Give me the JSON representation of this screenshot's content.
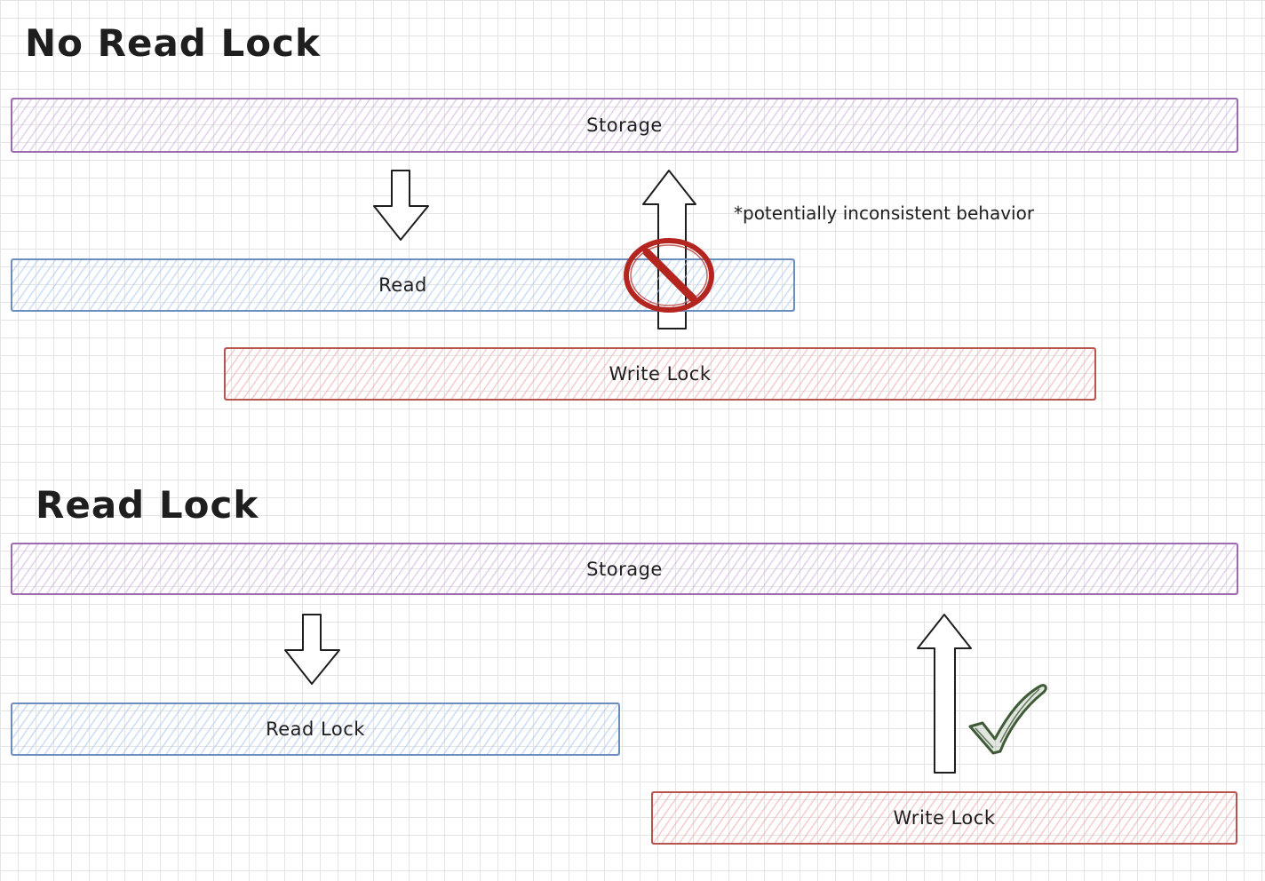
{
  "sections": {
    "no_read_lock": {
      "title": "No Read Lock",
      "storage_label": "Storage",
      "read_label": "Read",
      "write_lock_label": "Write Lock",
      "note": "*potentially inconsistent behavior",
      "read_arrow_icon": "down-arrow-icon",
      "write_arrow_icon": "up-arrow-icon",
      "blocked_icon": "prohibited-icon"
    },
    "read_lock": {
      "title": "Read Lock",
      "storage_label": "Storage",
      "read_lock_label": "Read Lock",
      "write_lock_label": "Write Lock",
      "read_arrow_icon": "down-arrow-icon",
      "write_arrow_icon": "up-arrow-icon",
      "allowed_icon": "checkmark-icon"
    }
  },
  "colors": {
    "storage": "#9c6aae",
    "read": "#6c8ebf",
    "write": "#b85450",
    "prohibited": "#b5251f",
    "checkmark": "#3f5a36",
    "grid": "#e4e4e4"
  }
}
